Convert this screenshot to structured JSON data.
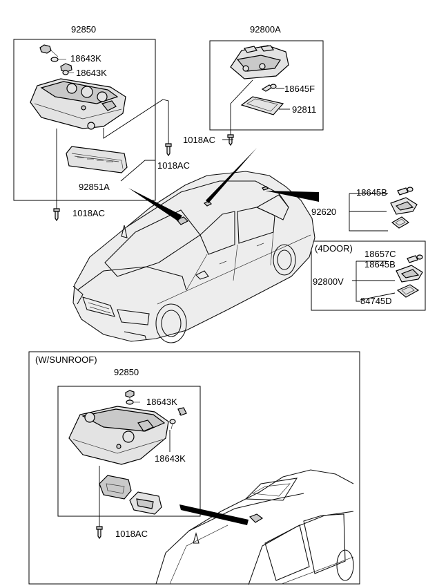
{
  "labels": {
    "top_left_assembly": "92850",
    "bulb_1": "18643K",
    "bulb_2": "18643K",
    "screw_top_left": "1018AC",
    "lens_top_left": "92851A",
    "screw_bottom_left": "1018AC",
    "top_right_assembly": "92800A",
    "bulb_top_right": "18645F",
    "lens_top_right": "92811",
    "screw_top_right": "1018AC",
    "room_lamp_bulb": "18645B",
    "room_lamp": "92620",
    "variant_4door": "(4DOOR)",
    "bulb_4door_a": "18657C",
    "bulb_4door_b": "18645B",
    "lamp_4door": "92800V",
    "lens_4door": "84745D",
    "variant_sunroof": "(W/SUNROOF)",
    "sunroof_assembly": "92850",
    "sunroof_bulb_1": "18643K",
    "sunroof_bulb_2": "18643K",
    "sunroof_screw": "1018AC"
  },
  "icons": [
    "screw-icon",
    "bulb-icon",
    "lamp-housing-icon",
    "lens-icon",
    "car-illustration"
  ],
  "colors": {
    "line": "#000000",
    "part_fill": "#e3e3e3",
    "background": "#ffffff"
  }
}
